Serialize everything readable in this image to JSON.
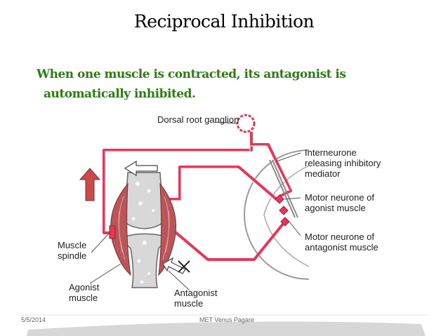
{
  "slide": {
    "title": "Reciprocal Inhibition",
    "subtitle_line1": "When one muscle is contracted, its antagonist is",
    "subtitle_line2": "automatically inhibited.",
    "subtitle_color": "#2e7d14"
  },
  "diagram": {
    "labels": {
      "dorsal_root_ganglion": "Dorsal root ganglion",
      "interneurone": "Interneurone releasing inhibitory mediator",
      "motor_agonist": "Motor neurone of agonist muscle",
      "motor_antagonist": "Motor neurone of antagonist muscle",
      "muscle_spindle": "Muscle spindle",
      "agonist_muscle": "Agonist muscle",
      "antagonist_muscle": "Antagonist muscle"
    },
    "colors": {
      "nerve": "#e8365a",
      "muscle": "#b8565a",
      "bone": "#d8d8d8"
    }
  },
  "footer": {
    "date": "5/5/2014",
    "author": "MET Venus Pagare"
  }
}
